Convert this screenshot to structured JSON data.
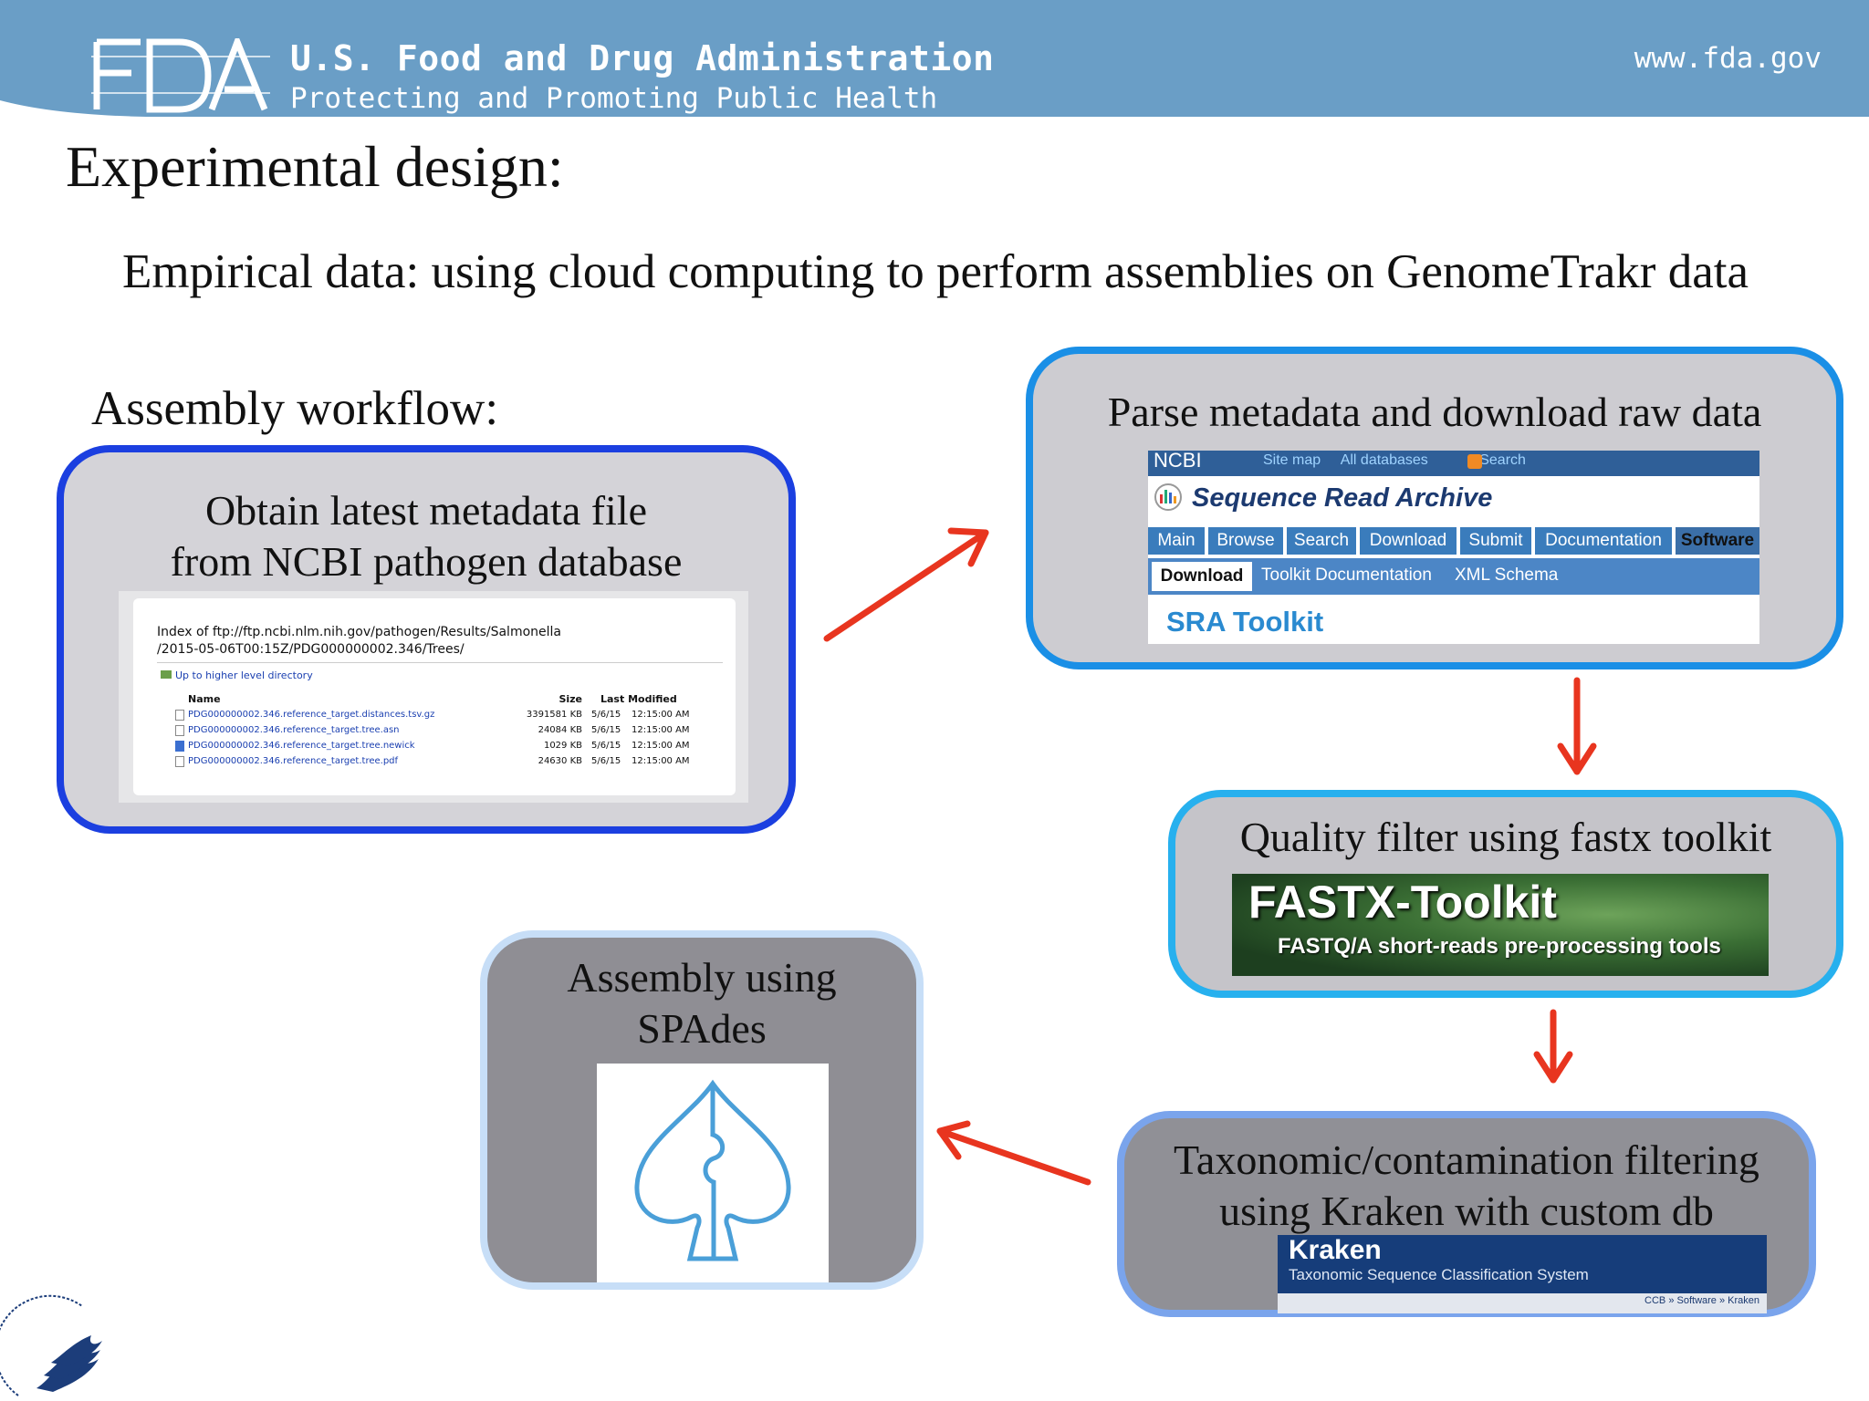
{
  "header": {
    "agency": "U.S. Food and Drug Administration",
    "tagline": "Protecting and Promoting Public Health",
    "url": "www.fda.gov",
    "logo_text": "FDA"
  },
  "slide": {
    "title": "Experimental design:",
    "subtitle": "Empirical data: using cloud computing to perform assemblies on GenomeTrakr data",
    "workflow_label": "Assembly workflow:"
  },
  "steps": {
    "metadata": {
      "title_line1": "Obtain latest metadata file",
      "title_line2": "from NCBI pathogen database",
      "ftp": {
        "index_line1": "Index of ftp://ftp.ncbi.nlm.nih.gov/pathogen/Results/Salmonella",
        "index_line2": "/2015-05-06T00:15Z/PDG000000002.346/Trees/",
        "up_link": "Up to higher level directory",
        "columns": [
          "Name",
          "Size",
          "Last Modified"
        ],
        "rows": [
          {
            "name": "PDG000000002.346.reference_target.distances.tsv.gz",
            "size": "3391581 KB",
            "date": "5/6/15",
            "time": "12:15:00 AM"
          },
          {
            "name": "PDG000000002.346.reference_target.tree.asn",
            "size": "24084 KB",
            "date": "5/6/15",
            "time": "12:15:00 AM"
          },
          {
            "name": "PDG000000002.346.reference_target.tree.newick",
            "size": "1029 KB",
            "date": "5/6/15",
            "time": "12:15:00 AM"
          },
          {
            "name": "PDG000000002.346.reference_target.tree.pdf",
            "size": "24630 KB",
            "date": "5/6/15",
            "time": "12:15:00 AM"
          }
        ]
      }
    },
    "parse": {
      "title": "Parse metadata and download raw data",
      "ncbi": {
        "brand": "NCBI",
        "links": [
          "Site map",
          "All databases",
          "Search"
        ],
        "sra_title": "Sequence Read Archive",
        "tabs": [
          "Main",
          "Browse",
          "Search",
          "Download",
          "Submit",
          "Documentation",
          "Software"
        ],
        "active_tab": "Software",
        "subtabs": [
          "Download",
          "Toolkit Documentation",
          "XML Schema"
        ],
        "heading": "SRA Toolkit"
      }
    },
    "quality": {
      "title": "Quality filter using fastx toolkit",
      "banner_title": "FASTX-Toolkit",
      "banner_sub": "FASTQ/A short-reads pre-processing tools"
    },
    "taxonomic": {
      "title_line1": "Taxonomic/contamination filtering",
      "title_line2": "using Kraken with custom db",
      "banner_title": "Kraken",
      "banner_sub": "Taxonomic Sequence Classification System",
      "breadcrumb": "CCB » Software » Kraken"
    },
    "assembly": {
      "title_line1": "Assembly using",
      "title_line2": "SPAdes"
    }
  },
  "colors": {
    "header_bg": "#6a9ec6",
    "arrow": "#e8351f",
    "box1_border": "#1b3fe0",
    "box2_border": "#1a8fe6",
    "box3_border": "#27b0ee",
    "box4_border": "#c7def7",
    "box5_border": "#7aa4ec"
  },
  "icons": {
    "fda_logo": "fda-logo",
    "hhs_seal": "hhs-seal-icon",
    "spades_logo": "spade-icon",
    "arrows": "arrow-icon"
  }
}
